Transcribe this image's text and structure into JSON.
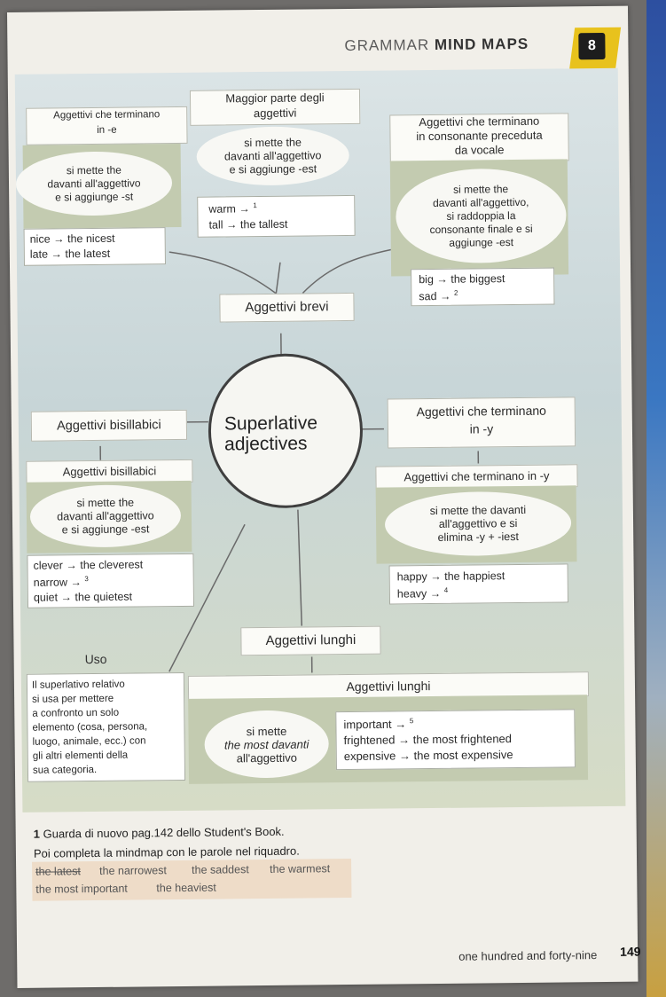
{
  "header": {
    "prefix": "GRAMMAR",
    "title": "MIND MAPS",
    "unit": "8"
  },
  "center": {
    "line1": "Superlative",
    "line2": "adjectives"
  },
  "most": {
    "line1": "Maggior parte degli",
    "line2": "aggettivi"
  },
  "most_rule": [
    "si mette the",
    "davanti all'aggettivo",
    "e si aggiunge -est"
  ],
  "most_examples": [
    {
      "word": "warm",
      "result": "",
      "num": "1"
    },
    {
      "word": "tall",
      "result": "the tallest",
      "num": ""
    }
  ],
  "e_ending": {
    "line1": "Aggettivi che terminano",
    "line2": "in -e"
  },
  "e_rule": [
    "si mette the",
    "davanti all'aggettivo",
    "e si aggiunge -st"
  ],
  "e_examples": [
    {
      "word": "nice",
      "result": "the nicest"
    },
    {
      "word": "late",
      "result": "the latest"
    }
  ],
  "cons": {
    "line1": "Aggettivi che terminano",
    "line2": "in consonante preceduta",
    "line3": "da vocale"
  },
  "cons_rule": [
    "si mette the",
    "davanti all'aggettivo,",
    "si raddoppia la",
    "consonante finale e si",
    "aggiunge -est"
  ],
  "cons_examples": [
    {
      "word": "big",
      "result": "the biggest",
      "num": ""
    },
    {
      "word": "sad",
      "result": "",
      "num": "2"
    }
  ],
  "brevi": "Aggettivi brevi",
  "bisillabici": "Aggettivi bisillabici",
  "bisillabici2": "Aggettivi bisillabici",
  "bis_rule": [
    "si mette the",
    "davanti all'aggettivo",
    "e si aggiunge -est"
  ],
  "bis_examples": [
    {
      "word": "clever",
      "result": "the cleverest",
      "num": ""
    },
    {
      "word": "narrow",
      "result": "",
      "num": "3"
    },
    {
      "word": "quiet",
      "result": "the quietest",
      "num": ""
    }
  ],
  "y_ending": {
    "line1": "Aggettivi che terminano",
    "line2": "in -y"
  },
  "y_ending2": "Aggettivi che terminano in -y",
  "y_rule": [
    "si mette the davanti",
    "all'aggettivo e si",
    "elimina -y + -iest"
  ],
  "y_examples": [
    {
      "word": "happy",
      "result": "the happiest",
      "num": ""
    },
    {
      "word": "heavy",
      "result": "",
      "num": "4"
    }
  ],
  "lunghi": "Aggettivi lunghi",
  "lunghi2": "Aggettivi lunghi",
  "lunghi_rule": [
    "si mette",
    "the most davanti",
    "all'aggettivo"
  ],
  "lunghi_examples": [
    {
      "word": "important",
      "result": "",
      "num": "5"
    },
    {
      "word": "frightened",
      "result": "the most frightened",
      "num": ""
    },
    {
      "word": "expensive",
      "result": "the most expensive",
      "num": ""
    }
  ],
  "uso": {
    "title": "Uso",
    "lines": [
      "Il superlativo relativo",
      "si usa per mettere",
      "a confronto un solo",
      "elemento (cosa, persona,",
      "luogo, animale, ecc.) con",
      "gli altri elementi della",
      "sua categoria."
    ]
  },
  "instructions": {
    "num": "1",
    "line1": "Guarda di nuovo pag.142 dello Student's Book.",
    "line2": "Poi completa la mindmap con le parole nel riquadro."
  },
  "word_bank": [
    "the latest",
    "the narrowest",
    "the saddest",
    "the warmest",
    "the most important",
    "the heaviest"
  ],
  "footer": {
    "text": "one hundred and forty-nine",
    "page": "149"
  },
  "arrow": "→"
}
